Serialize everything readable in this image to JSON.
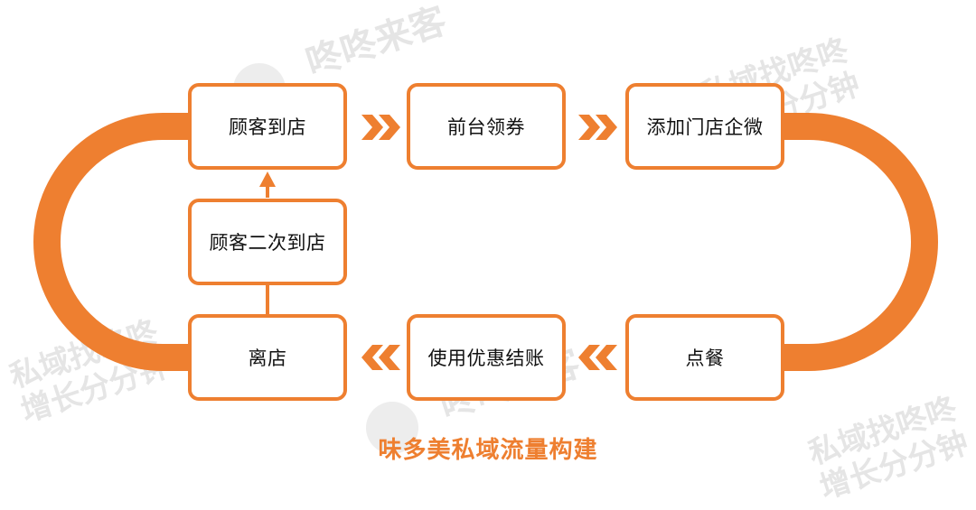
{
  "colors": {
    "accent": "#ee7f30",
    "text": "#111111",
    "watermark": "#dddddd"
  },
  "steps": {
    "arrive": "顾客到店",
    "coupon": "前台领券",
    "add_wechat": "添加门店企微",
    "order": "点餐",
    "checkout": "使用优惠结账",
    "leave": "离店",
    "revisit": "顾客二次到店"
  },
  "caption": "味多美私域流量构建",
  "watermarks": {
    "brand": "咚咚来客",
    "slogan_line1": "私域找咚咚",
    "slogan_line2": "增长分分钟"
  }
}
